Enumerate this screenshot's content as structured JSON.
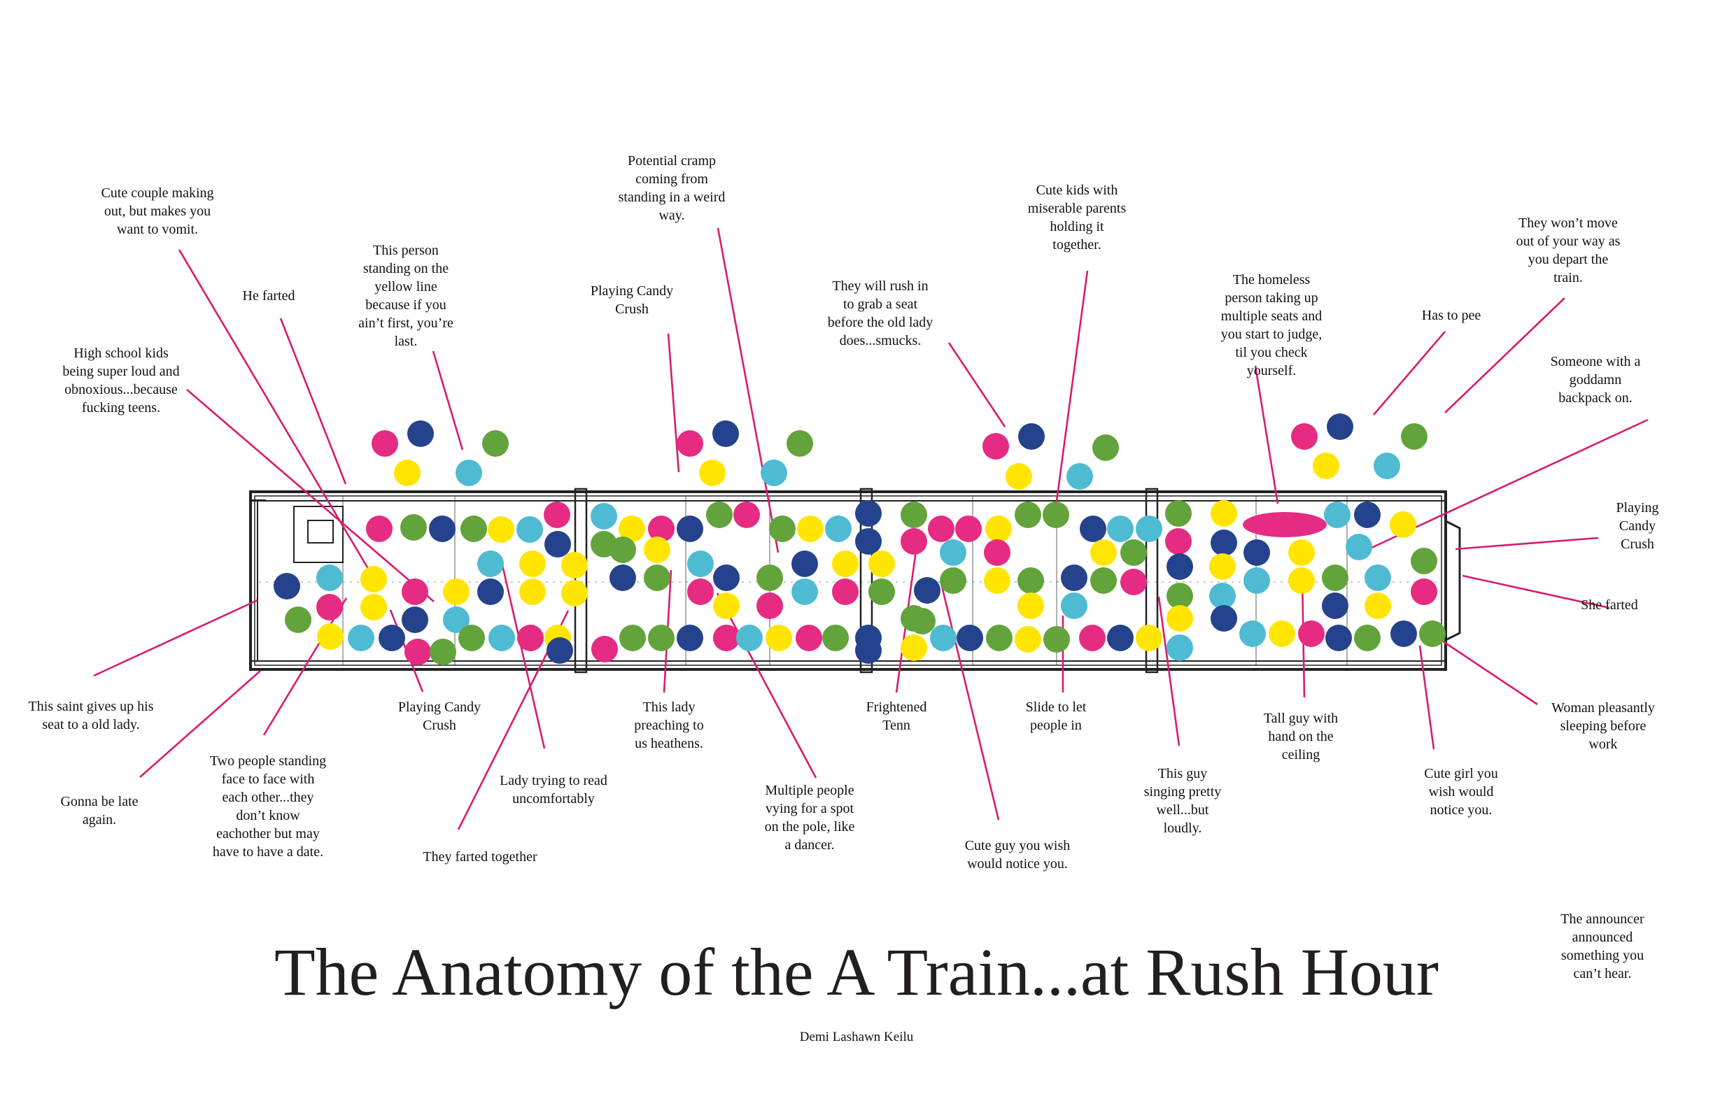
{
  "title": "The Anatomy of the A Train...at Rush Hour",
  "author": "Demi Lashawn Keilu",
  "colors": {
    "pink": "#e62b82",
    "navy": "#25428c",
    "cyan": "#4ebbd3",
    "yellow": "#ffe500",
    "green": "#62a33b",
    "leader_line": "#d81b6f",
    "outline": "#222222"
  },
  "annotations": [
    "Cute couple making\nout, but makes you\nwant to vomit.",
    "He farted",
    "This person\nstanding on the\nyellow line\nbecause if you\nain’t first, you’re\nlast.",
    "High school kids\nbeing super loud and\nobnoxious...because\nfucking teens.",
    "Potential cramp\ncoming from\nstanding in a weird\nway.",
    "Playing Candy\nCrush",
    "Cute kids with\nmiserable parents\nholding it\ntogether.",
    "They will rush in\nto grab a seat\nbefore the old lady\ndoes...smucks.",
    "The homeless\nperson taking up\nmultiple seats and\nyou start to judge,\ntil you check\nyourself.",
    "They won’t move\nout of your way as\nyou depart the\ntrain.",
    "Has to pee",
    "Someone with a\ngoddamn\nbackpack on.",
    "Playing Candy\nCrush",
    "She farted",
    "This saint gives up his\nseat to a old lady.",
    "Gonna be late\nagain.",
    "Two people standing\nface to face with\neach other...they\ndon’t know\neachother but may\nhave to have a date.",
    "Playing Candy\nCrush",
    "They farted together",
    "Lady trying to read\nuncomfortably",
    "This lady\npreaching to\nus heathens.",
    "Multiple people\nvying for a spot\non the pole, like\na dancer.",
    "Frightened\nTenn",
    "Cute guy you wish\nwould notice you.",
    "Slide to let\npeople in",
    "This guy\nsinging pretty\nwell...but\nloudly.",
    "Tall guy with\nhand on the\nceiling",
    "Cute girl you\nwish would\nnotice you.",
    "Woman pleasantly\nsleeping before\nwork",
    "The announcer announced\nsomething you can’t hear."
  ]
}
